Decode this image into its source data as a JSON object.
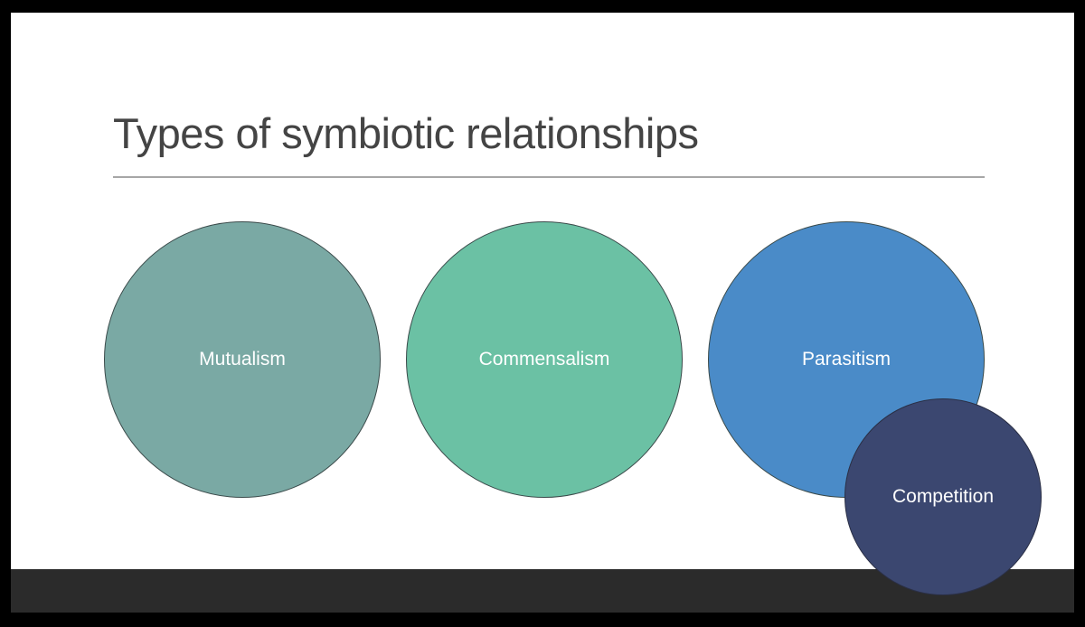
{
  "slide": {
    "title": "Types of symbiotic relationships",
    "circles": [
      {
        "label": "Mutualism",
        "color": "#7aa9a4"
      },
      {
        "label": "Commensalism",
        "color": "#6bc1a4"
      },
      {
        "label": "Parasitism",
        "color": "#4a8bc8"
      },
      {
        "label": "Competition",
        "color": "#3b4770"
      }
    ]
  },
  "colors": {
    "background": "#000000",
    "slide": "#ffffff",
    "bottom_bar": "#2b2b2b",
    "title_text": "#444444",
    "rule": "#a6a6a6"
  }
}
